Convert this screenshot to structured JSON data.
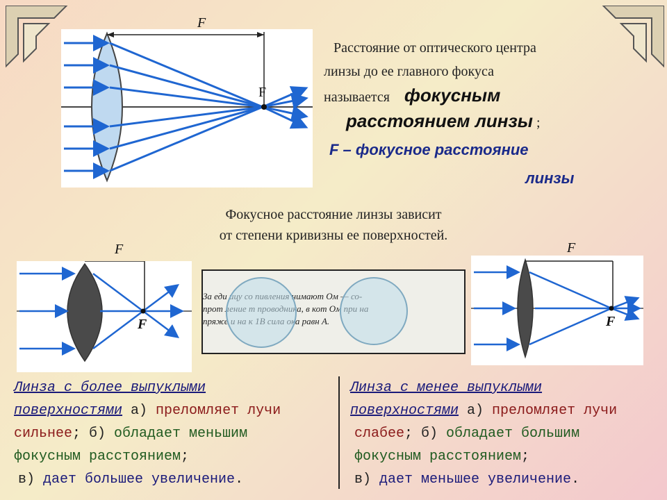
{
  "top": {
    "f_label_top": "F",
    "f_label_point": "F",
    "definition_line1": "Расстояние от оптического центра",
    "definition_line2": "линзы до ее главного  фокуса",
    "definition_line3_plain": "называется",
    "definition_bold1": "фокусным",
    "definition_bold2": "расстоянием линзы",
    "definition_semicolon": ";",
    "f_notation": "F – фокусное расстояние",
    "f_notation_cont": "линзы"
  },
  "middle": {
    "line1": "Фокусное расстояние  линзы зависит",
    "line2": "от степени кривизны ее поверхностей."
  },
  "left_fig": {
    "f_top": "F",
    "f_point": "F"
  },
  "right_fig": {
    "f_top": "F",
    "f_point": "F"
  },
  "magnifier": {
    "lines": [
      "За еди   ицу со   пивления  нимают   Ом — со-",
      "прот   ление т   проводника, в кот   Ом при на",
      "пряже   и на к   1В сила  ока равн   A."
    ]
  },
  "left_caption": {
    "u1": "Линза с более выпуклыми",
    "u2": "поверхностями",
    "a_letter": " а)",
    "a_text": " преломляет лучи",
    "a_text2": "сильнее",
    "b_letter": "; б)",
    "b_text": " обладает меньшим",
    "b_text2": "фокусным расстоянием",
    "b_end": ";",
    "c_letter": "в)",
    "c_text": " дает большее увеличение",
    "c_end": "."
  },
  "right_caption": {
    "u1": "Линза с менее выпуклыми",
    "u2": "поверхностями",
    "a_letter": " а)",
    "a_text": " преломляет лучи",
    "a_text2": "слабее",
    "b_letter": "; б)",
    "b_text": " обладает большим",
    "b_text2": "фокусным расстоянием",
    "b_end": ";",
    "c_letter": "в)",
    "c_text": " дает меньшее увеличение",
    "c_end": "."
  }
}
